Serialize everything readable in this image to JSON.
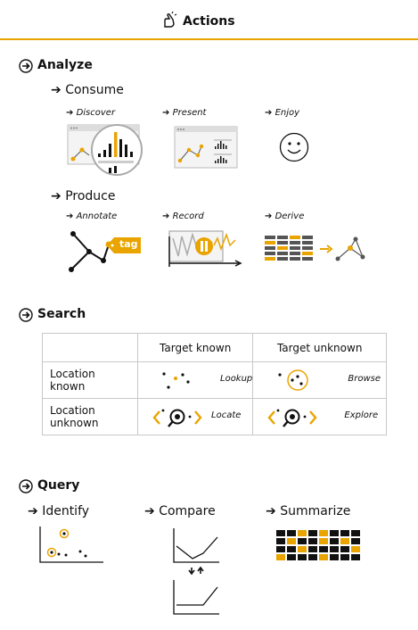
{
  "header": {
    "title": "Actions",
    "icon": "pointer-hand-icon"
  },
  "colors": {
    "accent": "#e9a400",
    "ink": "#111111",
    "grid": "#c8c8c8",
    "light": "#a0a0a0"
  },
  "analyze": {
    "label": "Analyze",
    "consume": {
      "label": "Consume",
      "items": [
        {
          "label": "Discover"
        },
        {
          "label": "Present"
        },
        {
          "label": "Enjoy"
        }
      ]
    },
    "produce": {
      "label": "Produce",
      "items": [
        {
          "label": "Annotate",
          "tag": "tag"
        },
        {
          "label": "Record"
        },
        {
          "label": "Derive"
        }
      ]
    }
  },
  "search": {
    "label": "Search",
    "table": {
      "col_headers": [
        "Target known",
        "Target unknown"
      ],
      "rows": [
        {
          "header": "Location known",
          "cells": [
            "Lookup",
            "Browse"
          ]
        },
        {
          "header": "Location unknown",
          "cells": [
            "Locate",
            "Explore"
          ]
        }
      ]
    }
  },
  "query": {
    "label": "Query",
    "items": [
      {
        "label": "Identify"
      },
      {
        "label": "Compare"
      },
      {
        "label": "Summarize"
      }
    ]
  }
}
